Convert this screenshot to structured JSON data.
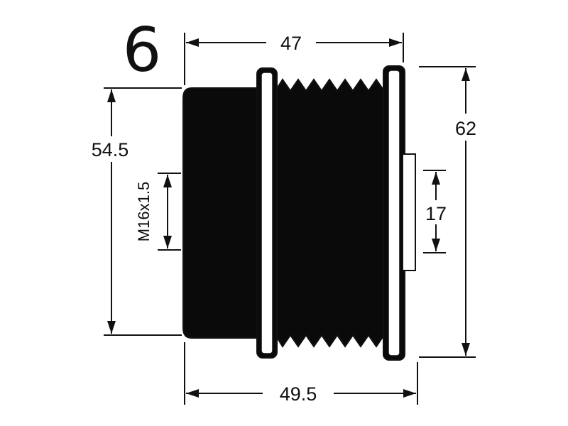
{
  "figure": {
    "number_label": "6"
  },
  "dimensions": {
    "top_width": "47",
    "bottom_width": "49.5",
    "left_height": "54.5",
    "right_height": "62",
    "inner_height": "17",
    "thread": "M16x1.5"
  },
  "colors": {
    "line": "#111111",
    "body_fill": "#0a0a0a",
    "flange_fill": "#ffffff",
    "background": "#ffffff"
  }
}
